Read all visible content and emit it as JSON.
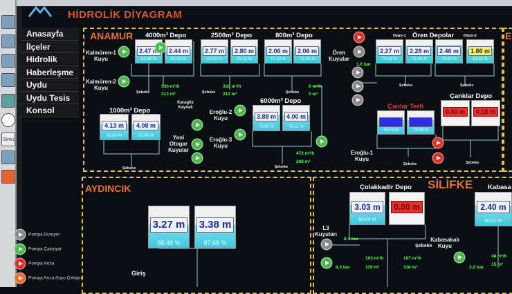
{
  "header": {
    "title": "HİDROLİK DİYAGRAM"
  },
  "menu": [
    "Anasayfa",
    "İlçeler",
    "Hidrolik",
    "Haberleşme",
    "Uydu",
    "Uydu Tesis",
    "Konsol"
  ],
  "toolbar": {
    "simu_label": "Simu"
  },
  "regions": {
    "anamur": "ANAMUR",
    "aydincik": "AYDINCIK",
    "silifke": "SİLİFKE",
    "next": "E"
  },
  "depots": {
    "d4000": "4000m³ Depo",
    "d2500": "2500m³ Depo",
    "d800": "800m³ Depo",
    "oren": "Ören Depolar",
    "oren_d1": "Depo-1",
    "oren_d2": "Depo-2",
    "d1000": "1000m³ Depo",
    "d6000": "6000m³ Depo",
    "canlar_terfi": "Çanlar Terfi",
    "canklar": "Çanklar Depo",
    "colakkadir": "Çolakkadir Depo",
    "kabasakal": "Kabasa"
  },
  "tanks": [
    {
      "level": "2.47 m",
      "percent": "61.88 %",
      "fill": 0.62,
      "style": "normal"
    },
    {
      "level": "2.44 m",
      "percent": "61.02 %",
      "fill": 0.61,
      "style": "normal"
    },
    {
      "level": "2.77 m",
      "percent": "69.23 %",
      "fill": 0.69,
      "style": "normal"
    },
    {
      "level": "2.80 m",
      "percent": "70.12 %",
      "fill": 0.7,
      "style": "normal"
    },
    {
      "level": "2.06 m",
      "percent": "71.30 %",
      "fill": 0.71,
      "style": "normal"
    },
    {
      "level": "2.06 m",
      "percent": "71.50 %",
      "fill": 0.71,
      "style": "normal"
    },
    {
      "level": "2.27 m",
      "percent": "75.09 %",
      "fill": 0.75,
      "style": "normal"
    },
    {
      "level": "2.28 m",
      "percent": "76.08 %",
      "fill": 0.76,
      "style": "normal"
    },
    {
      "level": "2.46 m",
      "percent": "79.50 %",
      "fill": 0.79,
      "style": "normal"
    },
    {
      "level": "1.86 m",
      "percent": "61.11 %",
      "fill": 0.61,
      "style": "yellow"
    },
    {
      "level": "4.13 m",
      "percent": "82.60 %",
      "fill": 0.6,
      "style": "normal"
    },
    {
      "level": "4.08 m",
      "percent": "81.60 %",
      "fill": 0.6,
      "style": "normal"
    },
    {
      "level": "3.88 m",
      "percent": "76.50 %",
      "fill": 0.6,
      "style": "normal"
    },
    {
      "level": "4.00 m",
      "percent": "79.11 %",
      "fill": 0.6,
      "style": "normal"
    },
    {
      "level": "",
      "percent": "75.75 %",
      "fill": 0.6,
      "style": "blue"
    },
    {
      "level": "",
      "percent": "78.86 %",
      "fill": 0.6,
      "style": "blue"
    },
    {
      "level": "0.00 m",
      "percent": "",
      "fill": 0,
      "style": "red"
    },
    {
      "level": "0.15 m",
      "percent": "",
      "fill": 0,
      "style": "red"
    },
    {
      "level": "3.27 m",
      "percent": "88.48 %",
      "fill": 0.55,
      "style": "normal"
    },
    {
      "level": "3.38 m",
      "percent": "87.68 %",
      "fill": 0.55,
      "style": "normal"
    },
    {
      "level": "3.03 m",
      "percent": "80.64 %",
      "fill": 0.6,
      "style": "normal"
    },
    {
      "level": "0.00 m",
      "percent": "",
      "fill": 0,
      "style": "red"
    },
    {
      "level": "2.40 m",
      "percent": "80.02 %",
      "fill": 0.6,
      "style": "normal"
    }
  ],
  "pumps": [
    "running",
    "running",
    "running",
    "running",
    "running",
    "running",
    "running",
    "running",
    "fault",
    "stopped",
    "stopped",
    "stopped",
    "stopped",
    "running",
    "fault",
    "fault",
    "stopped",
    "running",
    "running"
  ],
  "labels": {
    "kalmoren1": "Kalmören-1 Kuyu",
    "kalmoren2": "Kalmören-2 Kuyu",
    "karagoz": "Karagöz Kaynak",
    "yeni_otogar": "Yeni Otogar Kuyular",
    "eroglu2": "Eroğlu-2 Kuyu",
    "eroglu3": "Eroğlu-3 Kuyu",
    "oren_kuyular": "Ören Kuyular",
    "eroglu1": "Eroğlu-1 Kuyu",
    "l3": "L3 Kuyuları",
    "kabasakal_kuyu": "Kabasakalı Kuyu",
    "giris": "Giriş",
    "sebeke": "Şebeke"
  },
  "readings": {
    "f1": "330 m³/h",
    "v1": "212 m³",
    "f2": "330 m³/h",
    "v2": "212 m³",
    "f3": "0 m³/h",
    "v3": "0 m³",
    "p_oren": "1.6 bar",
    "f6000": "472 m³/h",
    "v6000": "268 m³",
    "p_l3a": "8.1 bar",
    "p_l3b": "8.3 bar",
    "f_l3": "163 m³/h",
    "v_l3": "119 m³",
    "f_seb": "107 m³/h",
    "v_seb": "118 m³",
    "p_kab": "3.2 bar",
    "f_kab": "48 m³/h",
    "v_kab": "15 m³"
  },
  "legend": [
    {
      "state": "stopped",
      "label": "Pompa Duruyor"
    },
    {
      "state": "running",
      "label": "Pompa Çalışıyor"
    },
    {
      "state": "fault",
      "label": "Pompa Arıza"
    },
    {
      "state": "warn",
      "label": "Pompa Arıza Suyu Çekiyor"
    }
  ],
  "colors": {
    "region_border": "#e3c24a",
    "region_title": "#e8702f",
    "reading": "#49ff49",
    "background": "#0b0e13"
  }
}
